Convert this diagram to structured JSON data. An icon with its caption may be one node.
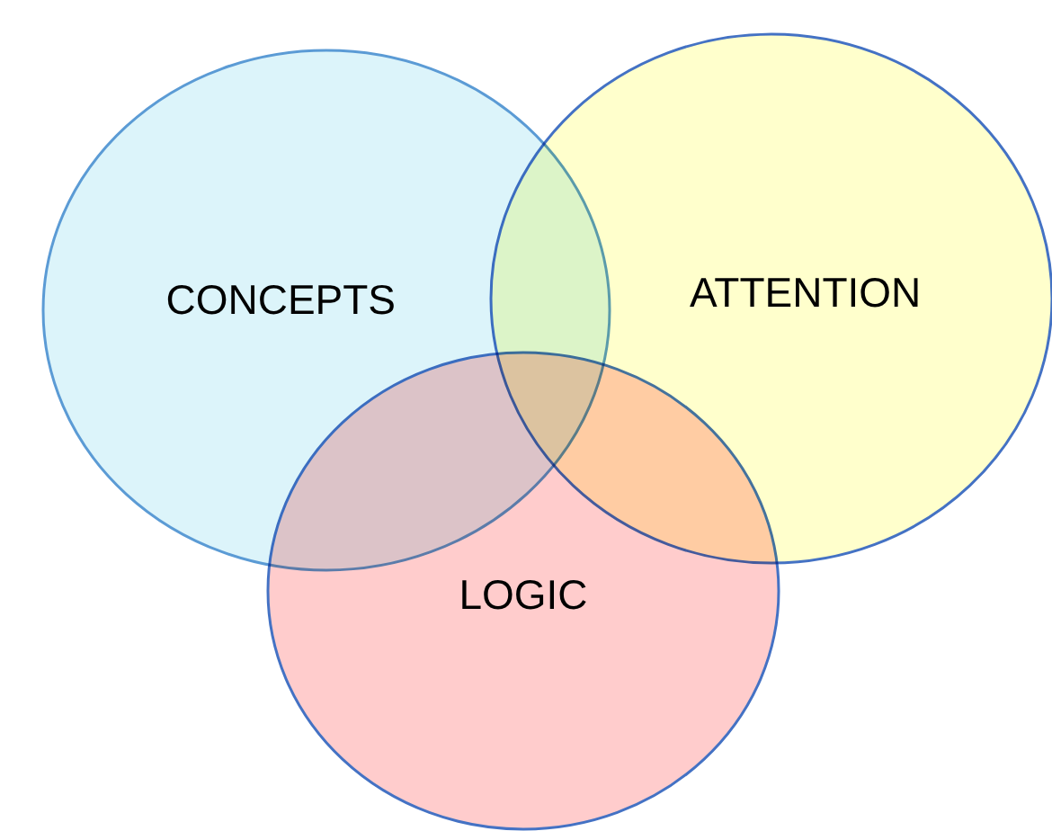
{
  "diagram": {
    "nodes": [
      {
        "text": [
          "CONCEPTS"
        ]
      },
      {
        "text": [
          "ATTENTION"
        ]
      },
      {
        "text": [
          "LOGIC"
        ]
      }
    ]
  }
}
